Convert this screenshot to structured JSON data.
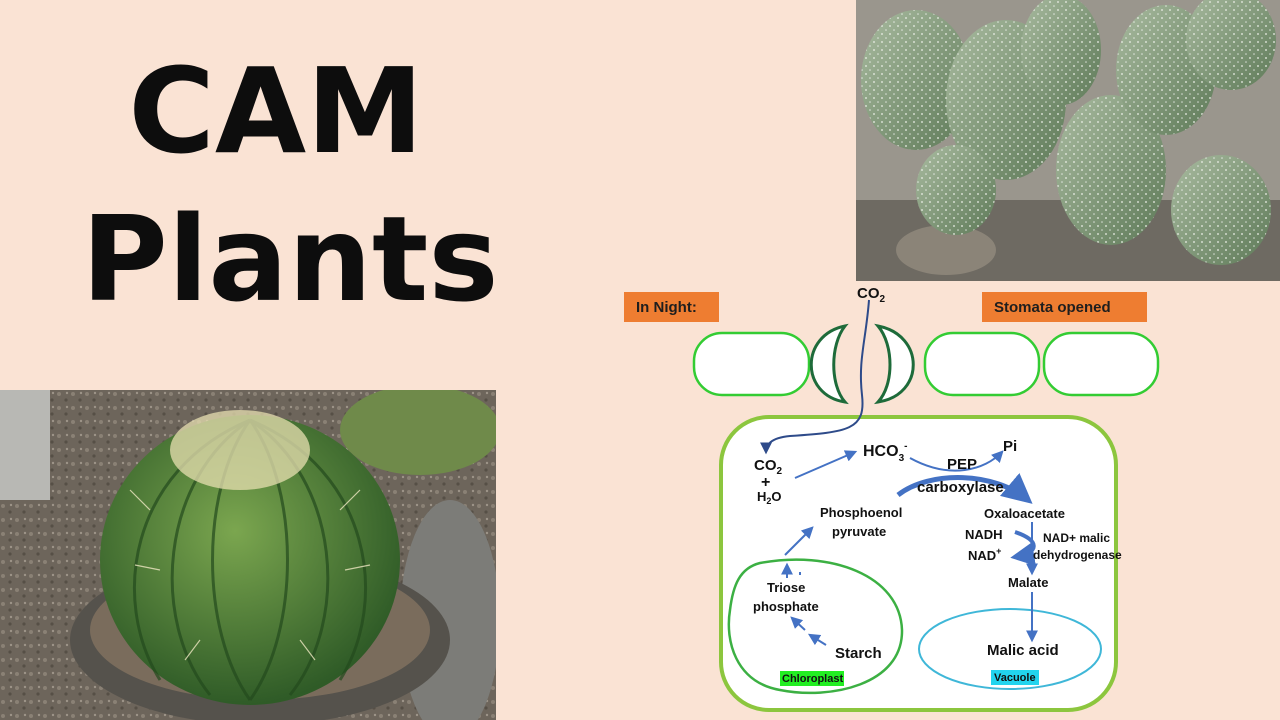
{
  "title": {
    "line1": "CAM",
    "line2": "Plants"
  },
  "labels": {
    "night": "In Night:",
    "stomata": "Stomata opened"
  },
  "diagram": {
    "co2_top": "CO",
    "co2_sub": "2",
    "co2_left": "CO",
    "co2_left_sub": "2",
    "plus": "+",
    "water": "H",
    "water_sub": "2",
    "water_o": "O",
    "hco3": "HCO",
    "hco3_sub": "3",
    "hco3_sup": "-",
    "pi": "Pi",
    "pep": "PEP",
    "carboxylase": "carboxylase",
    "oxaloacetate": "Oxaloacetate",
    "phosphoenol": "Phosphoenol",
    "pyruvate": "pyruvate",
    "nadh": "NADH",
    "nad": "NAD",
    "nad_sup": "+",
    "nad_malic": "NAD+ malic",
    "dehydrogenase": "dehydrogenase",
    "malate": "Malate",
    "triose": "Triose",
    "phosphate": "phosphate",
    "starch": "Starch",
    "malic_acid": "Malic acid",
    "chloroplast": "Chloroplast",
    "vacuole": "Vacuole"
  },
  "colors": {
    "background": "#fae3d4",
    "label_orange": "#ee7d31",
    "cell_green": "#33cc33",
    "guard_green": "#1e6b3a",
    "cell_wall": "#8cc63e",
    "arrow_blue": "#4472c4",
    "chloroplast_tag": "#22ee22",
    "vacuole_tag": "#22d4ee",
    "vacuole_line": "#3fb7d8"
  }
}
